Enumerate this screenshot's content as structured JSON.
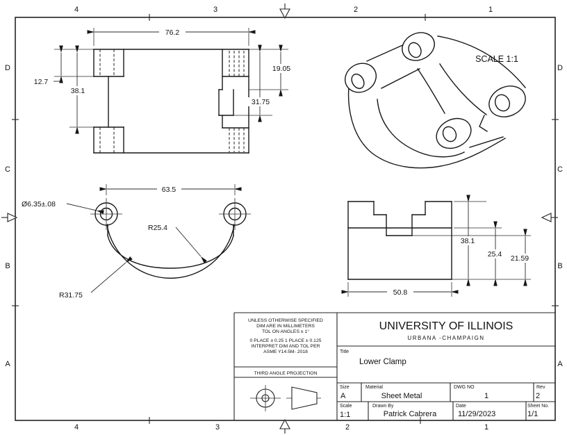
{
  "zones": {
    "top": [
      "4",
      "3",
      "2",
      "1"
    ],
    "bottom": [
      "4",
      "3",
      "2",
      "1"
    ],
    "left": [
      "D",
      "C",
      "B",
      "A"
    ],
    "right": [
      "D",
      "C",
      "B",
      "A"
    ]
  },
  "dims": {
    "top_view_width": "76.2",
    "top_view_tab": "12.7",
    "top_view_depth": "38.1",
    "top_view_right_upper": "19.05",
    "top_view_right_mid": "31.75",
    "front_hole": "Ø6.35±.08",
    "front_span": "63.5",
    "front_inner_radius": "R25.4",
    "front_outer_radius": "R31.75",
    "side_total_height": "38.1",
    "side_body_height": "25.4",
    "side_channel_height": "21.59",
    "side_width": "50.8",
    "iso_scale_note": "SCALE 1:1"
  },
  "title_block": {
    "notes": [
      "UNLESS OTHERWISE SPECIFIED",
      "DIM ARE IN MILLIMETERS",
      "TOL ON ANGLES ± 1°",
      "0 PLACE ± 0.25  1 PLACE ± 0.125",
      "INTERPRET DIM AND TOL PER",
      "ASME Y14.5M- 2018"
    ],
    "projection_label": "THIRD ANGLE PROJECTION",
    "university": "UNIVERSITY OF ILLINOIS",
    "city": "URBANA -CHAMPAIGN",
    "title_label": "Title",
    "title": "Lower Clamp",
    "size_label": "Size",
    "size": "A",
    "material_label": "Material",
    "material": "Sheet Metal",
    "dwg_label": "DWG NO",
    "dwg_no": "1",
    "rev_label": "Rev",
    "rev": "2",
    "scale_label": "Scale",
    "scale": "1:1",
    "drawn_label": "Drawn By",
    "drawn_by": "Patrick Cabrera",
    "date_label": "Date",
    "date": "11/29/2023",
    "sheet_label": "Sheet No.",
    "sheet": "1/1"
  }
}
